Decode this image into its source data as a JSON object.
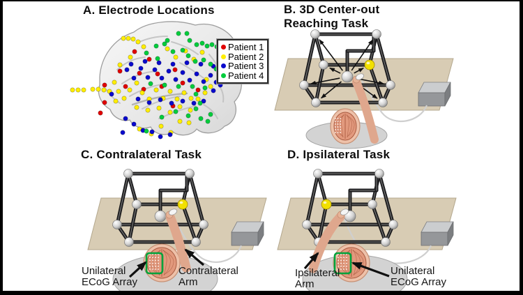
{
  "panels": {
    "a": {
      "title": "A. Electrode Locations",
      "legend": [
        {
          "label": "Patient 1",
          "color": "#e00000"
        },
        {
          "label": "Patient 2",
          "color": "#ffee00"
        },
        {
          "label": "Patient 3",
          "color": "#0a0acc"
        },
        {
          "label": "Patient 4",
          "color": "#00cc3c"
        }
      ],
      "electrodes": {
        "patient1": [
          [
            193,
            74
          ],
          [
            214,
            85
          ],
          [
            172,
            102
          ],
          [
            200,
            105
          ],
          [
            226,
            106
          ],
          [
            251,
            100
          ],
          [
            150,
            122
          ],
          [
            180,
            124
          ],
          [
            206,
            128
          ],
          [
            232,
            124
          ],
          [
            150,
            147
          ],
          [
            144,
            162
          ],
          [
            262,
            119
          ],
          [
            284,
            129
          ],
          [
            248,
            152
          ]
        ],
        "patient2": [
          [
            177,
            55
          ],
          [
            184,
            55
          ],
          [
            191,
            56
          ],
          [
            198,
            60
          ],
          [
            206,
            67
          ],
          [
            187,
            82
          ],
          [
            172,
            93
          ],
          [
            104,
            129
          ],
          [
            112,
            129
          ],
          [
            120,
            129
          ],
          [
            133,
            128
          ],
          [
            141,
            128
          ],
          [
            149,
            129
          ],
          [
            157,
            131
          ],
          [
            164,
            118
          ],
          [
            170,
            131
          ],
          [
            178,
            141
          ],
          [
            166,
            145
          ],
          [
            186,
            129
          ],
          [
            196,
            119
          ],
          [
            204,
            133
          ],
          [
            214,
            142
          ],
          [
            224,
            129
          ],
          [
            234,
            141
          ],
          [
            244,
            131
          ],
          [
            254,
            142
          ],
          [
            264,
            133
          ],
          [
            274,
            141
          ],
          [
            284,
            142
          ],
          [
            294,
            133
          ],
          [
            302,
            124
          ],
          [
            296,
            114
          ],
          [
            196,
            154
          ],
          [
            212,
            158
          ],
          [
            228,
            155
          ],
          [
            244,
            161
          ],
          [
            258,
            153
          ],
          [
            273,
            158
          ],
          [
            240,
            70
          ],
          [
            252,
            82
          ],
          [
            266,
            73
          ],
          [
            278,
            85
          ],
          [
            290,
            75
          ],
          [
            200,
            185
          ],
          [
            217,
            192
          ],
          [
            231,
            181
          ],
          [
            245,
            190
          ],
          [
            258,
            174
          ],
          [
            271,
            176
          ]
        ],
        "patient3": [
          [
            182,
            100
          ],
          [
            192,
            112
          ],
          [
            202,
            98
          ],
          [
            212,
            111
          ],
          [
            222,
            100
          ],
          [
            232,
            112
          ],
          [
            242,
            102
          ],
          [
            252,
            114
          ],
          [
            262,
            104
          ],
          [
            272,
            115
          ],
          [
            282,
            106
          ],
          [
            292,
            117
          ],
          [
            302,
            108
          ],
          [
            310,
            118
          ],
          [
            188,
            92
          ],
          [
            208,
            88
          ],
          [
            228,
            90
          ],
          [
            248,
            92
          ],
          [
            268,
            90
          ],
          [
            288,
            92
          ],
          [
            306,
            95
          ],
          [
            198,
            142
          ],
          [
            214,
            147
          ],
          [
            230,
            143
          ],
          [
            246,
            148
          ],
          [
            262,
            145
          ],
          [
            278,
            148
          ],
          [
            292,
            145
          ],
          [
            306,
            130
          ],
          [
            316,
            122
          ],
          [
            180,
            170
          ],
          [
            192,
            178
          ],
          [
            205,
            187
          ],
          [
            218,
            189
          ],
          [
            176,
            190
          ],
          [
            230,
            196
          ],
          [
            244,
            193
          ],
          [
            160,
            135
          ]
        ],
        "patient4": [
          [
            272,
            58
          ],
          [
            282,
            64
          ],
          [
            290,
            62
          ],
          [
            297,
            66
          ],
          [
            304,
            64
          ],
          [
            311,
            67
          ],
          [
            256,
            48
          ],
          [
            268,
            48
          ],
          [
            240,
            58
          ],
          [
            224,
            66
          ],
          [
            210,
            76
          ],
          [
            262,
            72
          ],
          [
            270,
            80
          ],
          [
            280,
            88
          ],
          [
            292,
            86
          ],
          [
            302,
            92
          ],
          [
            310,
            99
          ],
          [
            316,
            107
          ],
          [
            216,
            120
          ],
          [
            236,
            122
          ],
          [
            256,
            124
          ],
          [
            276,
            124
          ],
          [
            294,
            126
          ],
          [
            281,
            135
          ],
          [
            287,
            148
          ],
          [
            281,
            156
          ],
          [
            302,
            164
          ],
          [
            288,
            170
          ],
          [
            298,
            174
          ],
          [
            270,
            166
          ],
          [
            252,
            160
          ],
          [
            232,
            168
          ],
          [
            210,
            188
          ],
          [
            236,
            63
          ],
          [
            248,
            74
          ],
          [
            226,
            84
          ]
        ]
      }
    },
    "b": {
      "title_line1": "B. 3D Center-out",
      "title_line2": "Reaching Task"
    },
    "c": {
      "title": "C. Contralateral Task",
      "array_line1": "Unilateral",
      "array_line2": "ECoG Array",
      "arm_line1": "Contralateral",
      "arm_line2": "Arm"
    },
    "d": {
      "title": "D. Ipsilateral Task",
      "arm_line1": "Ipsilateral",
      "arm_line2": "Arm",
      "array_line1": "Unilateral",
      "array_line2": "ECoG Array"
    }
  },
  "colors": {
    "target_yellow": "#f2e000",
    "array_green": "#00a33c",
    "table_tan": "#d8ccb4",
    "cube_dark": "#1b1b1d",
    "brain_surface": "#ebebeb",
    "scene_brain": "#e2997d",
    "skin": "#dfa78d",
    "shirt": "#d3d3d3",
    "device_gray": "#95979a",
    "cable_gray": "#cfcfcf",
    "frame_black": "#000000"
  }
}
